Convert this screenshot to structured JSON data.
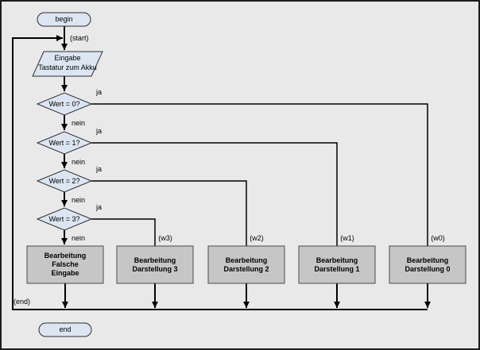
{
  "colors": {
    "background": "#e9e9e9",
    "outer_border": "#1c1c1c",
    "terminal_fill": "#dce6f2",
    "io_fill": "#dce6f2",
    "decision_fill": "#dce6f2",
    "process_fill": "#c6c6c6",
    "line": "#000000",
    "text": "#000000"
  },
  "flowchart": {
    "terminal_begin": "begin",
    "terminal_end": "end",
    "label_start": "(start)",
    "label_end": "(end)",
    "input": {
      "line1": "Eingabe",
      "line2": "Tastatur zum Akku"
    },
    "decisions": [
      {
        "label": "Wert = 0?",
        "yes": "ja",
        "no": "nein"
      },
      {
        "label": "Wert = 1?",
        "yes": "ja",
        "no": "nein"
      },
      {
        "label": "Wert = 2?",
        "yes": "ja",
        "no": "nein"
      },
      {
        "label": "Wert = 3?",
        "yes": "ja",
        "no": "nein"
      }
    ],
    "processes": [
      {
        "line1": "Bearbeitung",
        "line2": "Falsche",
        "line3": "Eingabe"
      },
      {
        "line1": "Bearbeitung",
        "line2": "Darstellung 3",
        "tag": "(w3)"
      },
      {
        "line1": "Bearbeitung",
        "line2": "Darstellung 2",
        "tag": "(w2)"
      },
      {
        "line1": "Bearbeitung",
        "line2": "Darstellung 1",
        "tag": "(w1)"
      },
      {
        "line1": "Bearbeitung",
        "line2": "Darstellung 0",
        "tag": "(w0)"
      }
    ]
  }
}
